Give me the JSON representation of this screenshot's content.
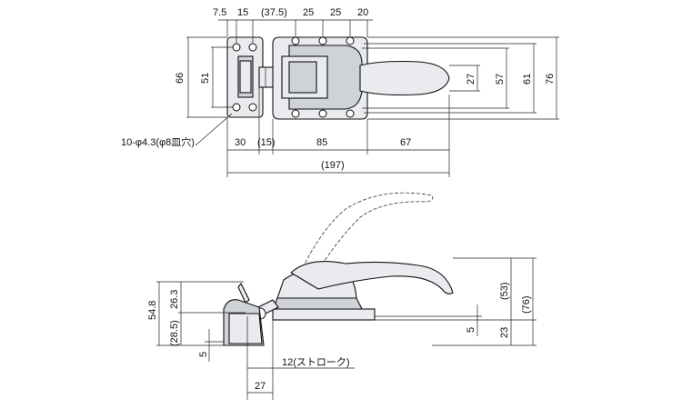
{
  "top_view": {
    "top_dims": [
      "7.5",
      "15",
      "(37.5)",
      "25",
      "25",
      "20"
    ],
    "left_dims": [
      "66",
      "51"
    ],
    "right_dims": [
      "27",
      "57",
      "61",
      "76"
    ],
    "hole_note": "10-φ4.3(φ8皿穴)",
    "bottom_dims": [
      "30",
      "(15)",
      "85",
      "67"
    ],
    "overall": "(197)"
  },
  "side_view": {
    "left_dims": [
      "54.8",
      "26.3",
      "(28.5)",
      "5"
    ],
    "right_dims": [
      "(53)",
      "(76)",
      "23",
      "5"
    ],
    "stroke": "12(ストローク)",
    "base": "27"
  }
}
